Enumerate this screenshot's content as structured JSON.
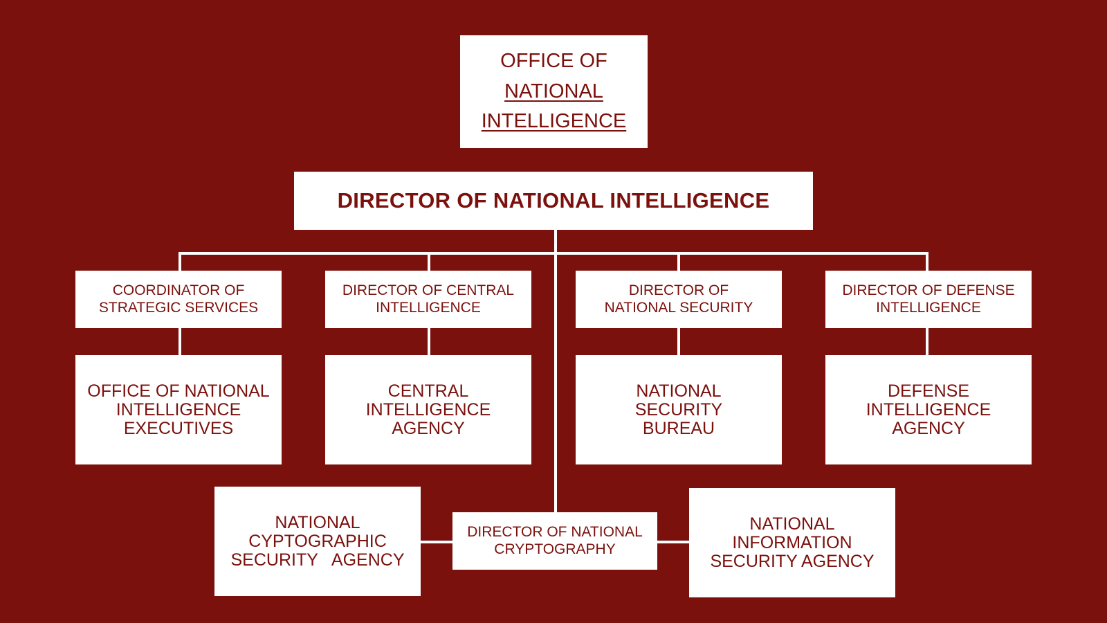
{
  "colors": {
    "background": "#7a110d",
    "box": "#ffffff",
    "text": "#7a110d",
    "connector": "#ffffff"
  },
  "office": {
    "line1": "OFFICE OF",
    "line2": "NATIONAL",
    "line3": "INTELLIGENCE"
  },
  "director": {
    "label": "DIRECTOR OF NATIONAL INTELLIGENCE"
  },
  "coordinators": [
    {
      "line1": "COORDINATOR OF",
      "line2": "STRATEGIC SERVICES"
    },
    {
      "line1": "DIRECTOR OF CENTRAL",
      "line2": "INTELLIGENCE"
    },
    {
      "line1": "DIRECTOR OF",
      "line2": "NATIONAL SECURITY"
    },
    {
      "line1": "DIRECTOR OF DEFENSE",
      "line2": "INTELLIGENCE"
    }
  ],
  "agencies": [
    {
      "line1": "OFFICE OF NATIONAL",
      "line2": "INTELLIGENCE",
      "line3": "EXECUTIVES"
    },
    {
      "line1": "CENTRAL",
      "line2": "INTELLIGENCE",
      "line3": "AGENCY"
    },
    {
      "line1": "NATIONAL",
      "line2": "SECURITY",
      "line3": "BUREAU"
    },
    {
      "line1": "DEFENSE",
      "line2": "INTELLIGENCE",
      "line3": "AGENCY"
    }
  ],
  "cryptography": {
    "director": {
      "line1": "DIRECTOR OF NATIONAL",
      "line2": "CRYPTOGRAPHY"
    },
    "left_agency": {
      "line1": "NATIONAL",
      "line2": "CYPTOGRAPHIC",
      "line3": "SECURITY   AGENCY"
    },
    "right_agency": {
      "line1": "NATIONAL",
      "line2": "INFORMATION",
      "line3": "SECURITY AGENCY"
    }
  }
}
